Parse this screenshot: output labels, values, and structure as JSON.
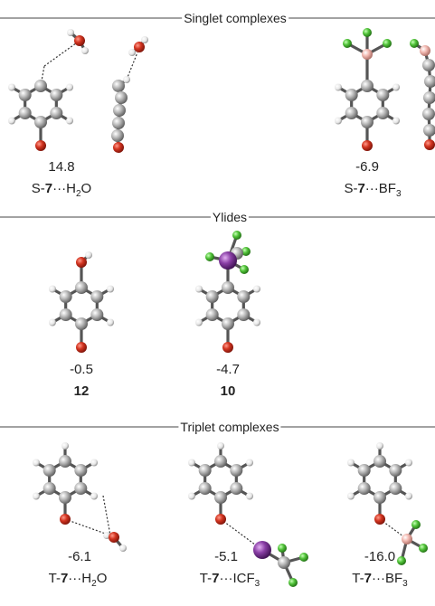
{
  "sections": {
    "singlet": "Singlet complexes",
    "ylides": "Ylides",
    "triplet": "Triplet complexes"
  },
  "dot_sep": "···",
  "molecules": {
    "s_h2o": {
      "energy": "14.8",
      "prefix": "S-",
      "core": "7",
      "partner": "H",
      "sub": "2",
      "tail": "O"
    },
    "s_bf3": {
      "energy": "-6.9",
      "prefix": "S-",
      "core": "7",
      "partner": "BF",
      "sub": "3",
      "tail": ""
    },
    "y_12": {
      "energy": "-0.5",
      "label": "12"
    },
    "y_10": {
      "energy": "-4.7",
      "label": "10"
    },
    "t_h2o": {
      "energy": "-6.1",
      "prefix": "T-",
      "core": "7",
      "partner": "H",
      "sub": "2",
      "tail": "O"
    },
    "t_icf3": {
      "energy": "-5.1",
      "prefix": "T-",
      "core": "7",
      "partner": "ICF",
      "sub": "3",
      "tail": ""
    },
    "t_bf3": {
      "energy": "-16.0",
      "prefix": "T-",
      "core": "7",
      "partner": "BF",
      "sub": "3",
      "tail": ""
    }
  },
  "colors": {
    "carbon": "#a8a8a8",
    "hydrogen": "#f2f2f2",
    "oxygen": "#c0281c",
    "fluorine": "#52c43a",
    "boron": "#f2b8b0",
    "iodine": "#8a3fa6",
    "bond": "#555555"
  }
}
